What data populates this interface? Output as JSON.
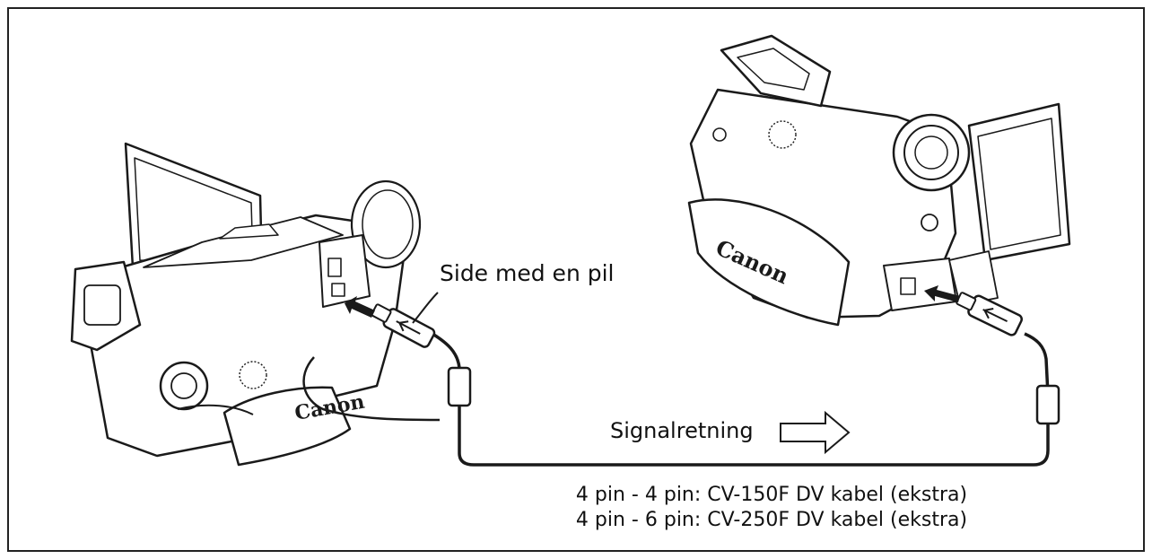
{
  "labels": {
    "connector_side": "Side med en pil",
    "signal_direction": "Signalretning"
  },
  "caption": {
    "line1": "4 pin - 4 pin: CV-150F DV kabel (ekstra)",
    "line2": "4 pin - 6 pin: CV-250F DV kabel (ekstra)"
  },
  "cameras": {
    "left_brand": "Canon",
    "right_brand": "Canon"
  },
  "colors": {
    "line": "#1a1a1a",
    "border": "#222222",
    "background": "#ffffff",
    "arrow_fill": "#ffffff"
  }
}
